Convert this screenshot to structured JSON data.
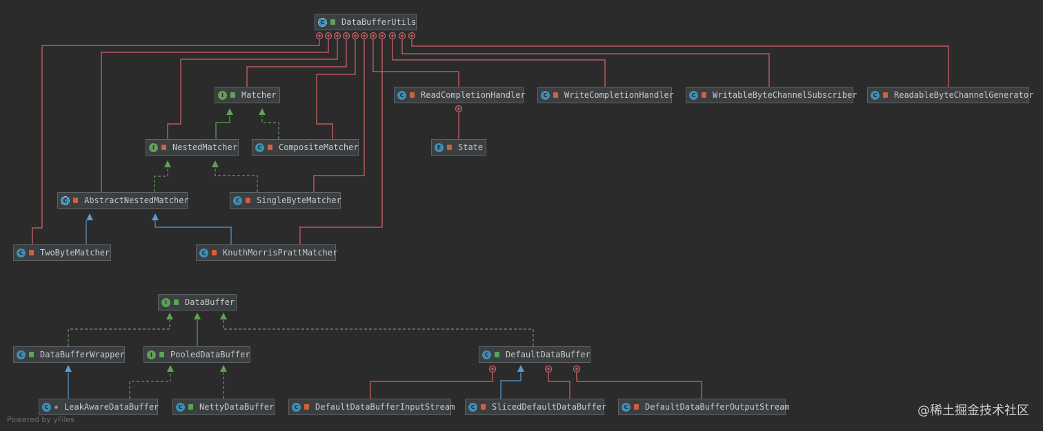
{
  "nodes": [
    {
      "id": "DataBufferUtils",
      "label": "DataBufferUtils",
      "kind": "abstract",
      "badge": "C",
      "access": "public"
    },
    {
      "id": "Matcher",
      "label": "Matcher",
      "kind": "interface",
      "badge": "I",
      "access": "public"
    },
    {
      "id": "NestedMatcher",
      "label": "NestedMatcher",
      "kind": "interface",
      "badge": "I",
      "access": "private"
    },
    {
      "id": "CompositeMatcher",
      "label": "CompositeMatcher",
      "kind": "class",
      "badge": "C",
      "access": "private"
    },
    {
      "id": "AbstractNestedMatcher",
      "label": "AbstractNestedMatcher",
      "kind": "abstract",
      "badge": "C",
      "access": "private"
    },
    {
      "id": "SingleByteMatcher",
      "label": "SingleByteMatcher",
      "kind": "class",
      "badge": "C",
      "access": "private"
    },
    {
      "id": "TwoByteMatcher",
      "label": "TwoByteMatcher",
      "kind": "class",
      "badge": "C",
      "access": "private"
    },
    {
      "id": "KnuthMorrisPrattMatcher",
      "label": "KnuthMorrisPrattMatcher",
      "kind": "class",
      "badge": "C",
      "access": "private"
    },
    {
      "id": "ReadCompletionHandler",
      "label": "ReadCompletionHandler",
      "kind": "class",
      "badge": "C",
      "access": "private"
    },
    {
      "id": "State",
      "label": "State",
      "kind": "enum",
      "badge": "E",
      "access": "private"
    },
    {
      "id": "WriteCompletionHandler",
      "label": "WriteCompletionHandler",
      "kind": "class",
      "badge": "C",
      "access": "private"
    },
    {
      "id": "WritableByteChannelSubscriber",
      "label": "WritableByteChannelSubscriber",
      "kind": "class",
      "badge": "C",
      "access": "private"
    },
    {
      "id": "ReadableByteChannelGenerator",
      "label": "ReadableByteChannelGenerator",
      "kind": "class",
      "badge": "C",
      "access": "private"
    },
    {
      "id": "DataBuffer",
      "label": "DataBuffer",
      "kind": "interface",
      "badge": "I",
      "access": "public"
    },
    {
      "id": "DataBufferWrapper",
      "label": "DataBufferWrapper",
      "kind": "class",
      "badge": "C",
      "access": "public"
    },
    {
      "id": "PooledDataBuffer",
      "label": "PooledDataBuffer",
      "kind": "interface",
      "badge": "I",
      "access": "public"
    },
    {
      "id": "DefaultDataBuffer",
      "label": "DefaultDataBuffer",
      "kind": "class",
      "badge": "C",
      "access": "public"
    },
    {
      "id": "LeakAwareDataBuffer",
      "label": "LeakAwareDataBuffer",
      "kind": "class",
      "badge": "C",
      "access": "package"
    },
    {
      "id": "NettyDataBuffer",
      "label": "NettyDataBuffer",
      "kind": "class",
      "badge": "C",
      "access": "public"
    },
    {
      "id": "DefaultDataBufferInputStream",
      "label": "DefaultDataBufferInputStream",
      "kind": "class",
      "badge": "C",
      "access": "private"
    },
    {
      "id": "SlicedDefaultDataBuffer",
      "label": "SlicedDefaultDataBuffer",
      "kind": "class",
      "badge": "C",
      "access": "private"
    },
    {
      "id": "DefaultDataBufferOutputStream",
      "label": "DefaultDataBufferOutputStream",
      "kind": "class",
      "badge": "C",
      "access": "private"
    }
  ],
  "edges": [
    {
      "from": "TwoByteMatcher",
      "to": "DataBufferUtils",
      "type": "inner"
    },
    {
      "from": "AbstractNestedMatcher",
      "to": "DataBufferUtils",
      "type": "inner"
    },
    {
      "from": "NestedMatcher",
      "to": "DataBufferUtils",
      "type": "inner"
    },
    {
      "from": "Matcher",
      "to": "DataBufferUtils",
      "type": "inner"
    },
    {
      "from": "CompositeMatcher",
      "to": "DataBufferUtils",
      "type": "inner"
    },
    {
      "from": "SingleByteMatcher",
      "to": "DataBufferUtils",
      "type": "inner"
    },
    {
      "from": "ReadCompletionHandler",
      "to": "DataBufferUtils",
      "type": "inner"
    },
    {
      "from": "KnuthMorrisPrattMatcher",
      "to": "DataBufferUtils",
      "type": "inner"
    },
    {
      "from": "WriteCompletionHandler",
      "to": "DataBufferUtils",
      "type": "inner"
    },
    {
      "from": "WritableByteChannelSubscriber",
      "to": "DataBufferUtils",
      "type": "inner"
    },
    {
      "from": "ReadableByteChannelGenerator",
      "to": "DataBufferUtils",
      "type": "inner"
    },
    {
      "from": "NestedMatcher",
      "to": "Matcher",
      "type": "extends-interface"
    },
    {
      "from": "CompositeMatcher",
      "to": "Matcher",
      "type": "implements"
    },
    {
      "from": "AbstractNestedMatcher",
      "to": "NestedMatcher",
      "type": "implements"
    },
    {
      "from": "SingleByteMatcher",
      "to": "NestedMatcher",
      "type": "implements"
    },
    {
      "from": "TwoByteMatcher",
      "to": "AbstractNestedMatcher",
      "type": "extends"
    },
    {
      "from": "KnuthMorrisPrattMatcher",
      "to": "AbstractNestedMatcher",
      "type": "extends"
    },
    {
      "from": "State",
      "to": "ReadCompletionHandler",
      "type": "inner"
    },
    {
      "from": "DataBufferWrapper",
      "to": "DataBuffer",
      "type": "implements"
    },
    {
      "from": "PooledDataBuffer",
      "to": "DataBuffer",
      "type": "extends-interface"
    },
    {
      "from": "DefaultDataBuffer",
      "to": "DataBuffer",
      "type": "implements"
    },
    {
      "from": "LeakAwareDataBuffer",
      "to": "DataBufferWrapper",
      "type": "extends"
    },
    {
      "from": "LeakAwareDataBuffer",
      "to": "PooledDataBuffer",
      "type": "implements"
    },
    {
      "from": "NettyDataBuffer",
      "to": "PooledDataBuffer",
      "type": "implements"
    },
    {
      "from": "DefaultDataBufferInputStream",
      "to": "DefaultDataBuffer",
      "type": "inner"
    },
    {
      "from": "SlicedDefaultDataBuffer",
      "to": "DefaultDataBuffer",
      "type": "extends"
    },
    {
      "from": "SlicedDefaultDataBuffer",
      "to": "DefaultDataBuffer",
      "type": "inner"
    },
    {
      "from": "DefaultDataBufferOutputStream",
      "to": "DefaultDataBuffer",
      "type": "inner"
    }
  ],
  "edge_colors": {
    "inner": "#d8646c",
    "extends": "#5b9bd5",
    "implements": "#62a057",
    "extends-interface": "#62a057"
  },
  "footer": "Powered by yFiles",
  "watermark": "@稀土掘金技术社区"
}
